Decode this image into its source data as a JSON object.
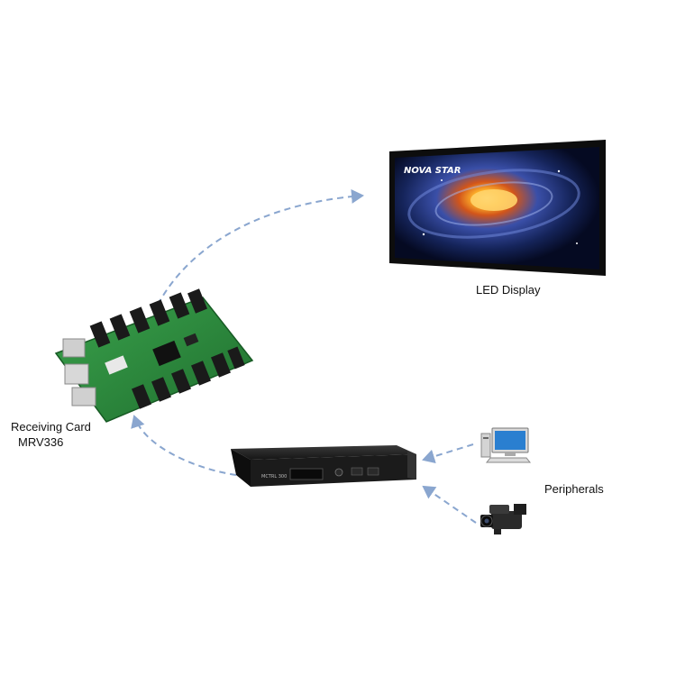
{
  "labels": {
    "led_display": "LED Display",
    "receiving_card": "Receiving Card",
    "receiving_card_model": "MRV336",
    "peripherals": "Peripherals"
  },
  "screen": {
    "brand_text": "NOVA STAR"
  },
  "controller": {
    "front_text": "MCTRL 300"
  },
  "colors": {
    "arrow": "#8aa6cf",
    "pcb": "#2e8a3e",
    "screen_frame": "#111111"
  },
  "icons": [
    "led-display-icon",
    "receiving-card-icon",
    "sending-box-icon",
    "computer-icon",
    "video-camera-icon"
  ]
}
